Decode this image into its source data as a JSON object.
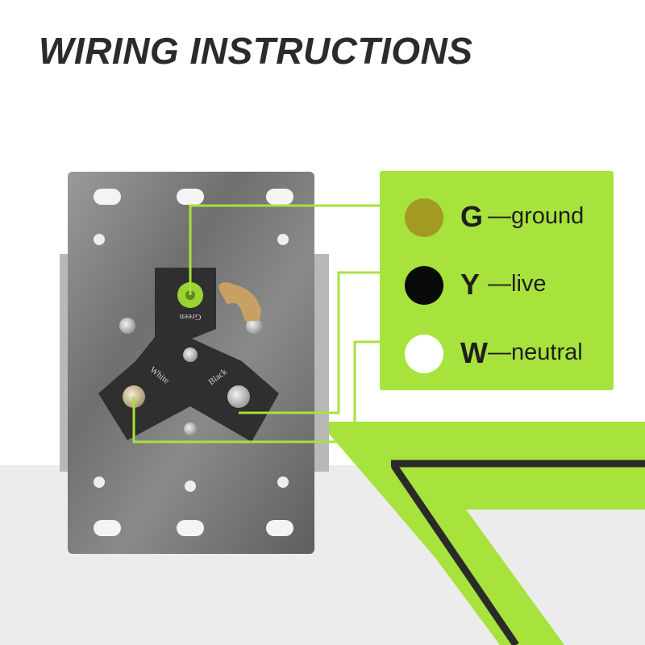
{
  "title": "WIRING INSTRUCTIONS",
  "legend": [
    {
      "letter": "G",
      "label": "—ground",
      "color": "#a39a22"
    },
    {
      "letter": "Y",
      "label": "—live",
      "color": "#0a0a0a"
    },
    {
      "letter": "W",
      "label": "—neutral",
      "color": "#ffffff"
    }
  ],
  "terminal_labels": {
    "green": "Green",
    "white": "White",
    "black": "Black"
  },
  "colors": {
    "accent_green": "#a8e23c",
    "wire_line": "#a8e23c",
    "dark_stripe": "#2a2a2a"
  }
}
